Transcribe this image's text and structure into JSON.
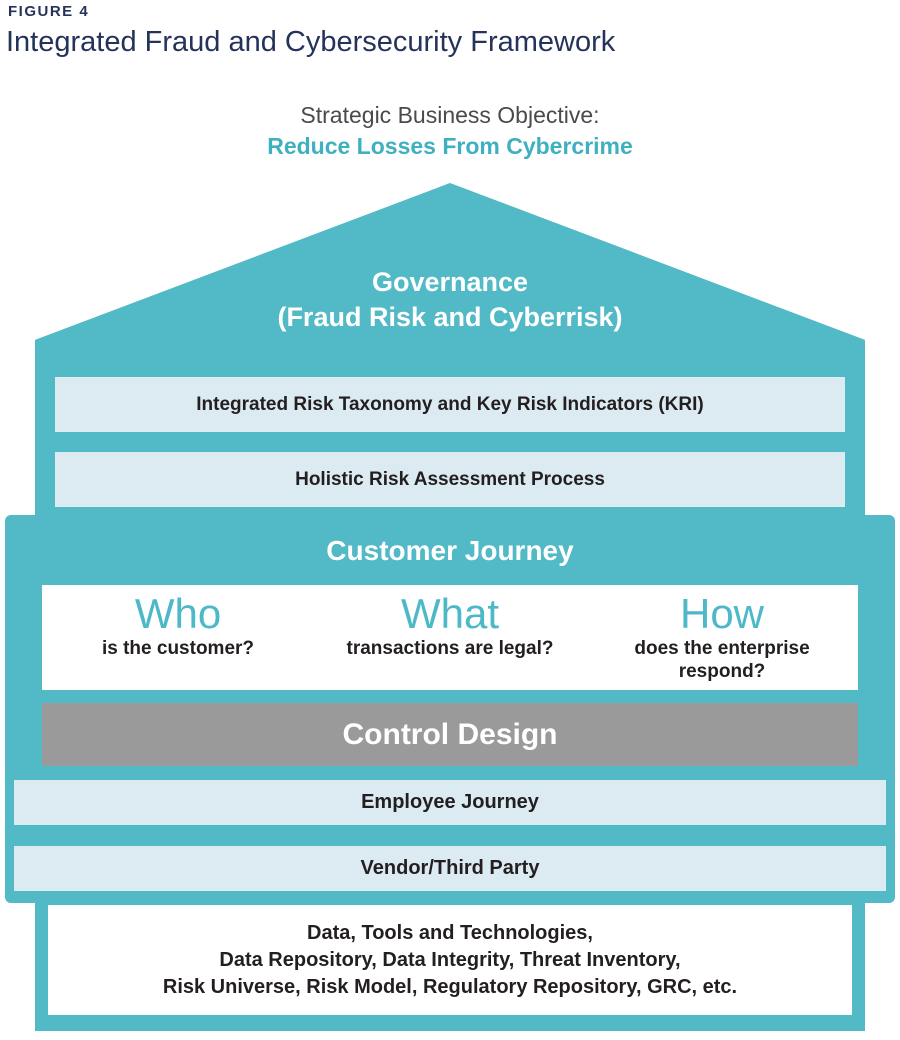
{
  "figure": {
    "label": "FIGURE 4",
    "title": "Integrated Fraud and Cybersecurity Framework"
  },
  "objective": {
    "line1": "Strategic Business Objective:",
    "line2": "Reduce Losses From Cybercrime"
  },
  "governance": {
    "line1": "Governance",
    "line2": "(Fraud Risk and Cyberrisk)"
  },
  "bars": {
    "risk_taxonomy": "Integrated Risk Taxonomy and Key Risk Indicators (KRI)",
    "risk_assessment": "Holistic Risk Assessment Process"
  },
  "customer_journey": {
    "title": "Customer Journey",
    "columns": [
      {
        "big": "Who",
        "small": "is the customer?"
      },
      {
        "big": "What",
        "small": "transactions are legal?"
      },
      {
        "big": "How",
        "small": "does the enterprise respond?"
      }
    ],
    "control_design": "Control Design",
    "employee_journey": "Employee Journey",
    "vendor": "Vendor/Third Party"
  },
  "foundation": {
    "line1": "Data, Tools and Technologies,",
    "line2": "Data Repository, Data Integrity, Threat Inventory,",
    "line3": "Risk Universe, Risk Model, Regulatory Repository, GRC, etc."
  },
  "colors": {
    "teal": "#52b9c6",
    "light_blue": "#dceaf2",
    "gray": "#9a9a9a",
    "navy": "#25335a",
    "dark_text": "#231f20",
    "teal_text": "#3fb0c0"
  }
}
